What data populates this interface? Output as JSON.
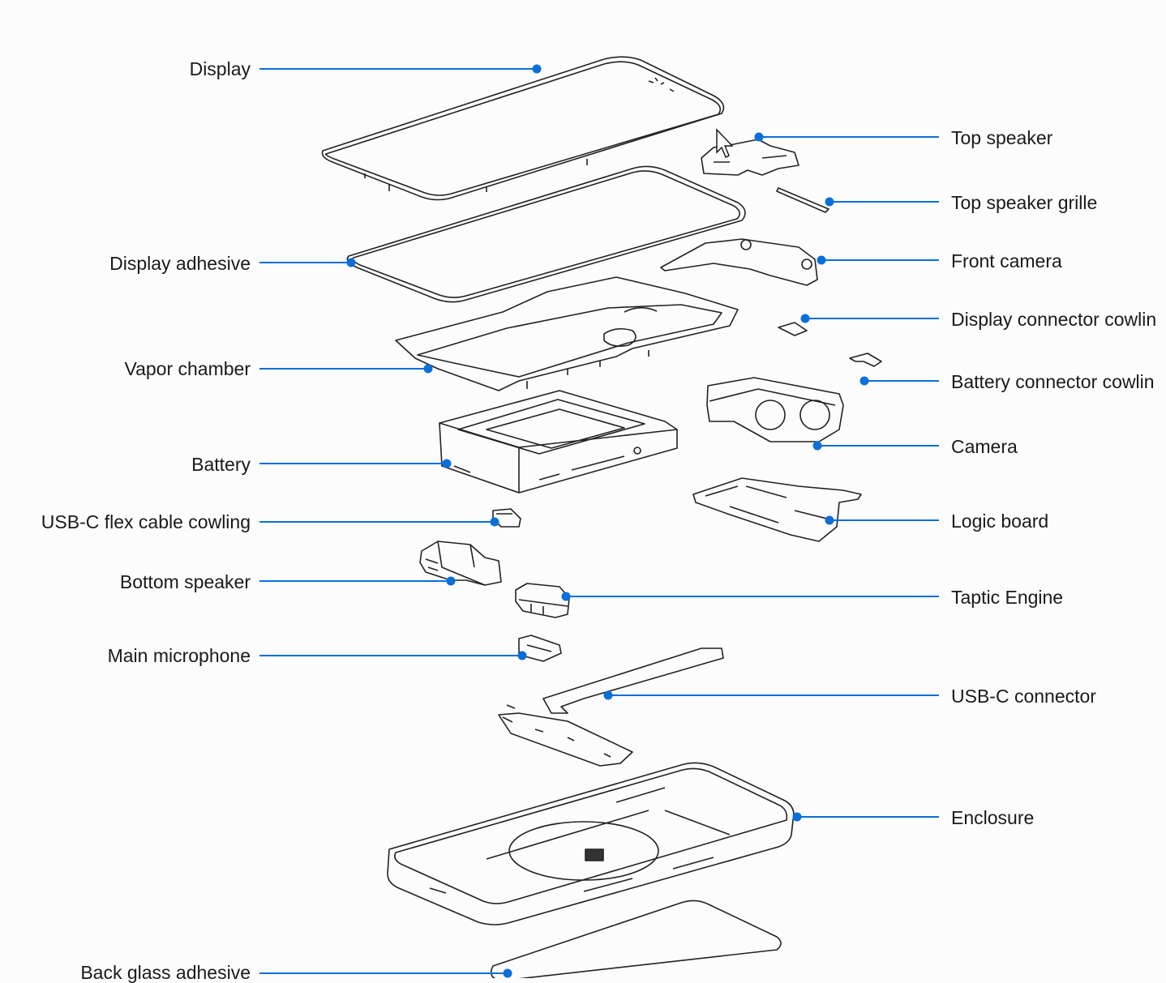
{
  "accent_color": "#0a6fd8",
  "labels": {
    "display": "Display",
    "display_adhesive": "Display adhesive",
    "vapor_chamber": "Vapor chamber",
    "battery": "Battery",
    "usbc_flex_cable_cowling": "USB-C flex cable cowling",
    "bottom_speaker": "Bottom speaker",
    "main_microphone": "Main microphone",
    "back_glass_adhesive": "Back glass adhesive",
    "top_speaker": "Top speaker",
    "top_speaker_grille": "Top speaker grille",
    "front_camera": "Front camera",
    "display_connector_cowling": "Display connector cowlin",
    "battery_connector_cowling": "Battery connector cowlin",
    "camera": "Camera",
    "logic_board": "Logic board",
    "taptic_engine": "Taptic Engine",
    "usbc_connector": "USB-C connector",
    "enclosure": "Enclosure"
  },
  "cursor_icon": "mouse-pointer-icon"
}
